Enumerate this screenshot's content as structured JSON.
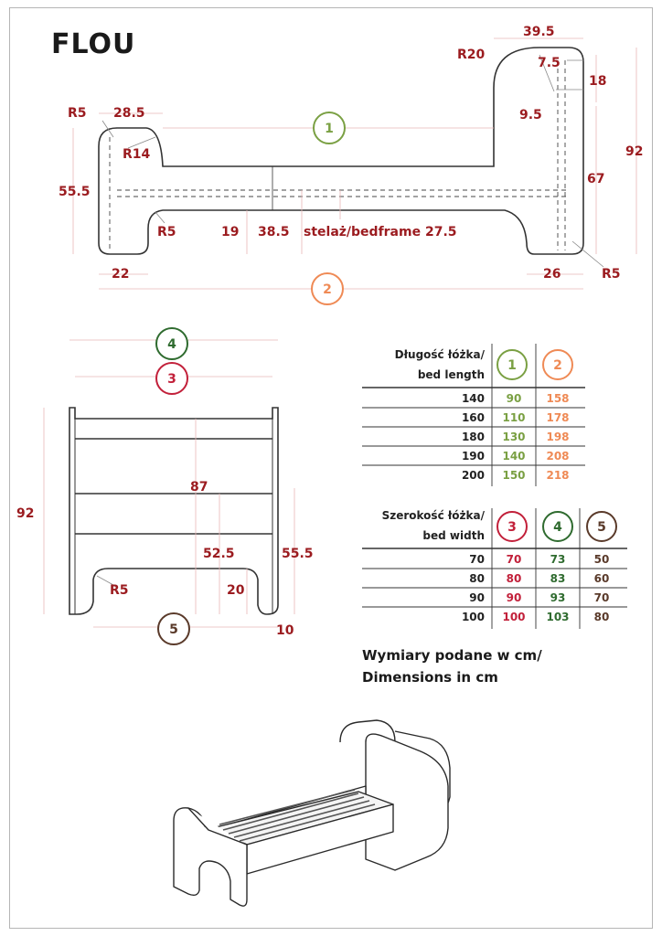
{
  "title": "FLOU",
  "side_view": {
    "dims": {
      "d39_5": "39.5",
      "r20": "R20",
      "d7_5": "7.5",
      "d18": "18",
      "d9_5": "9.5",
      "d92": "92",
      "d67": "67",
      "r5_top": "R5",
      "d28_5": "28.5",
      "r14": "R14",
      "d55_5": "55.5",
      "r5_left": "R5",
      "d19": "19",
      "d38_5": "38.5",
      "bedframe": "stelaż/bedframe 27.5",
      "d22": "22",
      "d26": "26",
      "r5_right": "R5"
    },
    "markers": {
      "m1": "1",
      "m2": "2"
    }
  },
  "end_view": {
    "dims": {
      "d92": "92",
      "d87": "87",
      "d52_5": "52.5",
      "d55_5": "55.5",
      "r5": "R5",
      "d20": "20",
      "d10": "10"
    },
    "markers": {
      "m3": "3",
      "m4": "4",
      "m5": "5"
    }
  },
  "length_table": {
    "header_line1": "Długość łóżka/",
    "header_line2": "bed length",
    "col_markers": [
      "1",
      "2"
    ],
    "rows": [
      {
        "len": "140",
        "c1": "90",
        "c2": "158"
      },
      {
        "len": "160",
        "c1": "110",
        "c2": "178"
      },
      {
        "len": "180",
        "c1": "130",
        "c2": "198"
      },
      {
        "len": "190",
        "c1": "140",
        "c2": "208"
      },
      {
        "len": "200",
        "c1": "150",
        "c2": "218"
      }
    ]
  },
  "width_table": {
    "header_line1": "Szerokość łóżka/",
    "header_line2": "bed width",
    "col_markers": [
      "3",
      "4",
      "5"
    ],
    "rows": [
      {
        "w": "70",
        "c3": "70",
        "c4": "73",
        "c5": "50"
      },
      {
        "w": "80",
        "c3": "80",
        "c4": "83",
        "c5": "60"
      },
      {
        "w": "90",
        "c3": "90",
        "c4": "93",
        "c5": "70"
      },
      {
        "w": "100",
        "c3": "100",
        "c4": "103",
        "c5": "80"
      }
    ]
  },
  "note_line1": "Wymiary podane w cm/",
  "note_line2": "Dimensions in cm",
  "colors": {
    "dim_red": "#9b1b1f",
    "marker_green_light": "#7aa043",
    "marker_orange": "#ef8a55",
    "marker_crimson": "#c2203a",
    "marker_green_dark": "#2f6b2f",
    "marker_brown": "#5a3a2a"
  }
}
